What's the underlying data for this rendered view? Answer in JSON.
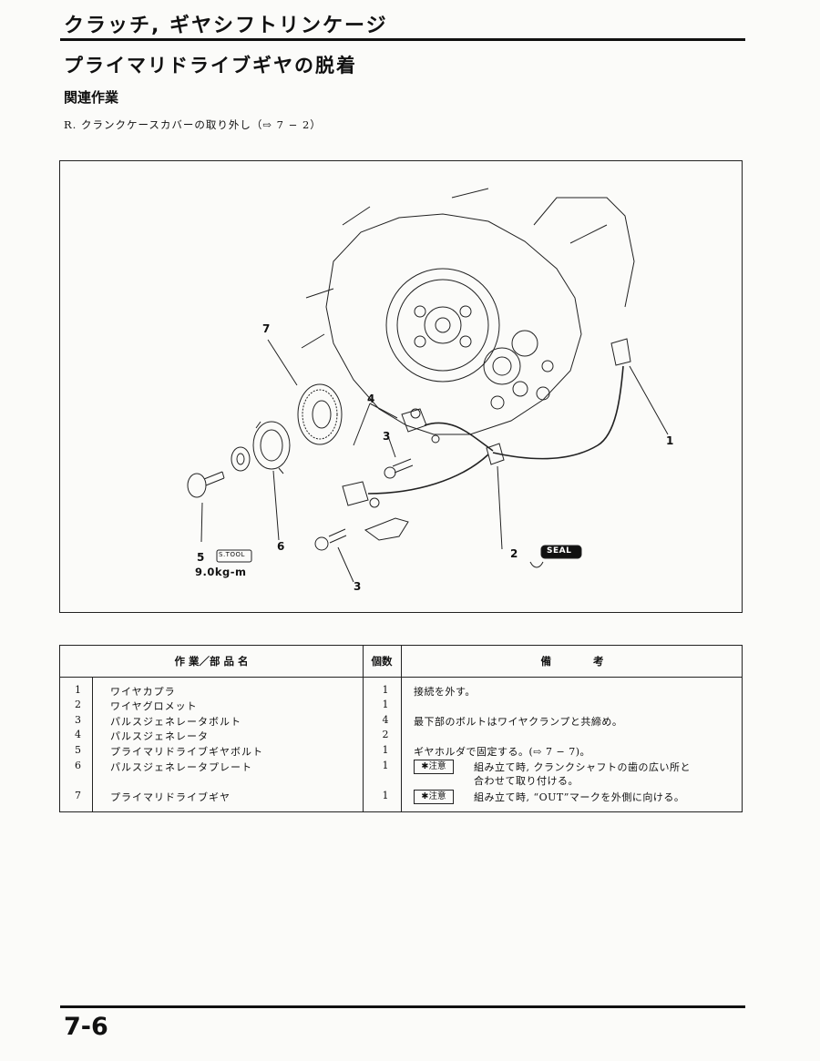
{
  "header": {
    "section": "クラッチ, ギヤシフトリンケージ",
    "title": "プライマリドライブギヤの脱着",
    "related_heading": "関連作業",
    "related_item": "R. クランクケースカバーの取り外し（⇨ 7 − 2）"
  },
  "figure": {
    "callouts": [
      "1",
      "2",
      "3",
      "3",
      "4",
      "5",
      "6",
      "7"
    ],
    "stool_label": "S.TOOL",
    "seal_label": "SEAL",
    "torque": "9.0kg-m"
  },
  "table": {
    "headers": {
      "work": "作 業／部 品 名",
      "qty": "個数",
      "notes": "備　　　　考"
    },
    "rows": [
      {
        "no": "1",
        "name": "ワイヤカプラ",
        "qty": "1",
        "note": "接続を外す。"
      },
      {
        "no": "2",
        "name": "ワイヤグロメット",
        "qty": "1",
        "note": ""
      },
      {
        "no": "3",
        "name": "パルスジェネレータボルト",
        "qty": "4",
        "note": "最下部のボルトはワイヤクランプと共締め。"
      },
      {
        "no": "4",
        "name": "パルスジェネレータ",
        "qty": "2",
        "note": ""
      },
      {
        "no": "5",
        "name": "プライマリドライブギヤボルト",
        "qty": "1",
        "note": "ギヤホルダで固定する。(⇨ 7 − 7)。"
      },
      {
        "no": "6",
        "name": "パルスジェネレータプレート",
        "qty": "1",
        "note": ""
      },
      {
        "no": "7",
        "name": "プライマリドライブギヤ",
        "qty": "1",
        "note": ""
      }
    ],
    "caution_label": "注意",
    "caution_6_line1": "組み立て時, クランクシャフトの歯の広い所と",
    "caution_6_line2": "合わせて取り付ける。",
    "caution_7": "組み立て時, “OUT”マークを外側に向ける。"
  },
  "footer": {
    "page_number": "7-6"
  }
}
